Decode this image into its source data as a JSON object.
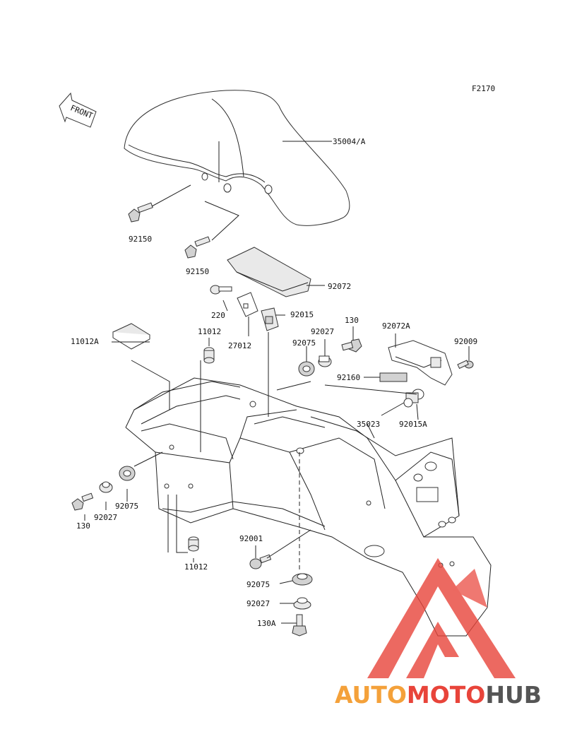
{
  "diagram": {
    "code": "F2170",
    "front_label": "FRONT",
    "parts": {
      "p35004": "35004/A",
      "p92150a": "92150",
      "p92150b": "92150",
      "p92072": "92072",
      "p220": "220",
      "p27012": "27012",
      "p92015": "92015",
      "p130a": "130",
      "p92072A": "92072A",
      "p92009": "92009",
      "p11012A": "11012A",
      "p11012a": "11012",
      "p92027a": "92027",
      "p92075a": "92075",
      "p92160": "92160",
      "p92015A": "92015A",
      "p35023": "35023",
      "p92075b": "92075",
      "p92027b": "92027",
      "p130b": "130",
      "p11012b": "11012",
      "p92001": "92001",
      "p92075c": "92075",
      "p92027c": "92027",
      "p130A": "130A"
    }
  },
  "watermark": {
    "part1": "AUTO",
    "part2": "MOTO",
    "part3": "HUB",
    "color_orange": "#f4a13a",
    "color_red": "#e8443a",
    "color_gray": "#555555"
  }
}
